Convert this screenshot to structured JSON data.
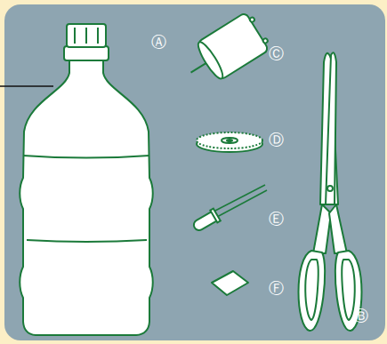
{
  "diagram": {
    "labels": [
      "Ⓐ",
      "Ⓒ",
      "Ⓓ",
      "Ⓔ",
      "Ⓕ",
      "Ⓑ"
    ]
  }
}
